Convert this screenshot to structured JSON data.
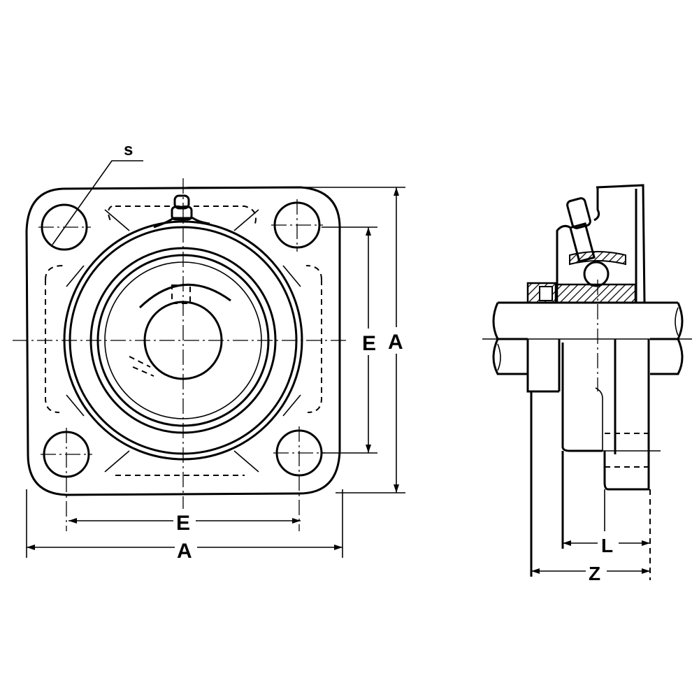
{
  "drawing": {
    "front_view": {
      "labels": {
        "bolt_hole": "s",
        "bolt_spacing_horizontal": "E",
        "overall_width": "A",
        "bolt_spacing_vertical": "E",
        "overall_height": "A"
      }
    },
    "side_view": {
      "labels": {
        "length_l": "L",
        "length_z": "Z"
      }
    },
    "colors": {
      "line": "#000000",
      "background": "#ffffff"
    }
  }
}
